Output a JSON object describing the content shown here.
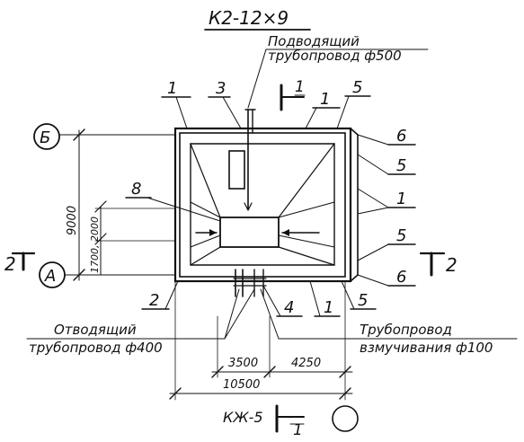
{
  "title": "К2-12×9",
  "inlet_note": {
    "line1": "Подводящий",
    "line2": "трубопровод ф500"
  },
  "outlet_note": {
    "line1": "Отводящий",
    "line2": "трубопровод ф400"
  },
  "aeration_note": {
    "line1": "Трубопровод",
    "line2": "взмучивания ф100"
  },
  "axis_labels": {
    "b": "Б",
    "a": "А"
  },
  "section_marks": {
    "left": "2",
    "right": "2",
    "top": "1",
    "bottom": "1"
  },
  "dimensions": {
    "height_total": "9000",
    "height_parts": "1700, 2000",
    "width_left": "3500",
    "width_right": "4250",
    "width_total": "10500"
  },
  "callouts": {
    "c1_top_left": "1",
    "c3": "3",
    "c1_top": "1",
    "c5_top": "5",
    "c6_top": "6",
    "c5_right": "5",
    "c1_right": "1",
    "c5_mid": "5",
    "c6_bottom": "6",
    "c5_bottom": "5",
    "c1_bottom": "1",
    "c4": "4",
    "c2": "2",
    "c8": "8"
  },
  "drawing_ref": "КЖ-5"
}
